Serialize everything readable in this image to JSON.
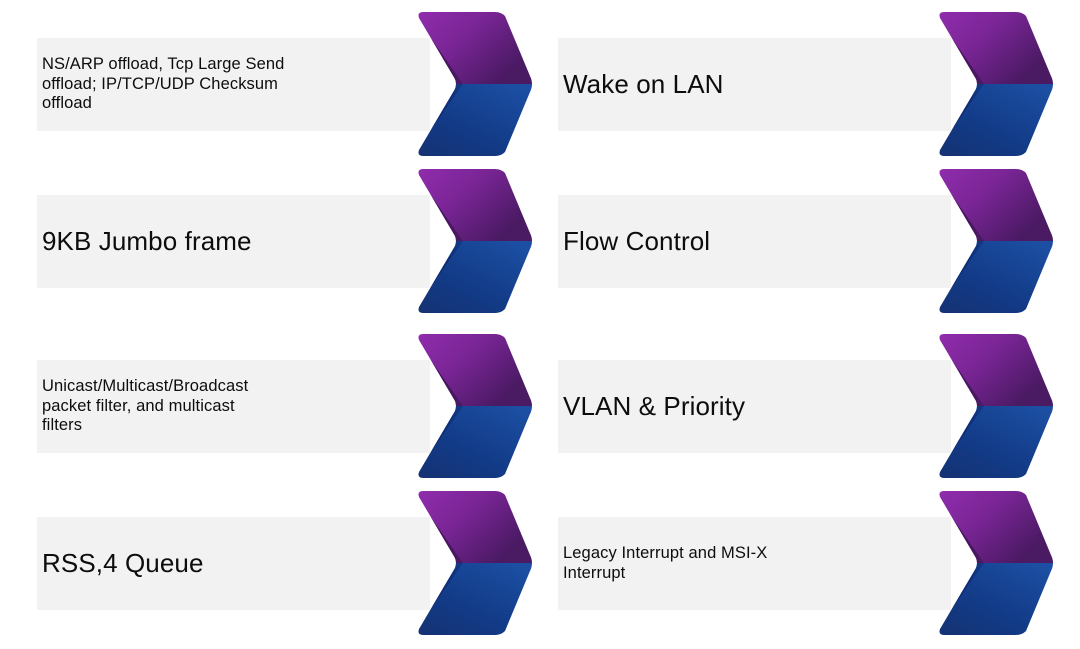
{
  "page": {
    "background_color": "#ffffff",
    "layout": "two-column-chevron-list",
    "columns": 2,
    "rows": 4
  },
  "theme": {
    "plate_color": "#f2f2f2",
    "text_color": "#0d0d0d",
    "purple_light": "#9b30b8",
    "purple_mid": "#7a2596",
    "purple_dark": "#4a1a63",
    "purple_corner": "#3d1155",
    "blue_light": "#1c4fa3",
    "blue_mid": "#123a86",
    "blue_dark": "#16306e",
    "blue_corner": "#0b1159"
  },
  "items": [
    {
      "id": "ns-arp-offload",
      "name": "offload-features",
      "text": "NS/ARP offload, Tcp Large Send\noffload; IP/TCP/UDP Checksum\noffload",
      "size": "small",
      "column": 0,
      "row": 0
    },
    {
      "id": "wake-on-lan",
      "name": "wake-on-lan",
      "text": "Wake on LAN",
      "size": "large",
      "column": 1,
      "row": 0
    },
    {
      "id": "jumbo-frame",
      "name": "jumbo-frame",
      "text": "9KB Jumbo frame",
      "size": "large",
      "column": 0,
      "row": 1
    },
    {
      "id": "flow-control",
      "name": "flow-control",
      "text": "Flow Control",
      "size": "large",
      "column": 1,
      "row": 1
    },
    {
      "id": "packet-filters",
      "name": "packet-filters",
      "text": "Unicast/Multicast/Broadcast\npacket filter, and multicast\nfilters",
      "size": "small",
      "column": 0,
      "row": 2
    },
    {
      "id": "vlan-priority",
      "name": "vlan-priority",
      "text": "VLAN & Priority",
      "size": "large",
      "column": 1,
      "row": 2
    },
    {
      "id": "rss-queue",
      "name": "rss-queue",
      "text": "RSS,4 Queue",
      "size": "large",
      "column": 0,
      "row": 3
    },
    {
      "id": "interrupts",
      "name": "interrupt-modes",
      "text": "Legacy Interrupt and MSI-X\nInterrupt",
      "size": "small",
      "column": 1,
      "row": 3
    }
  ]
}
